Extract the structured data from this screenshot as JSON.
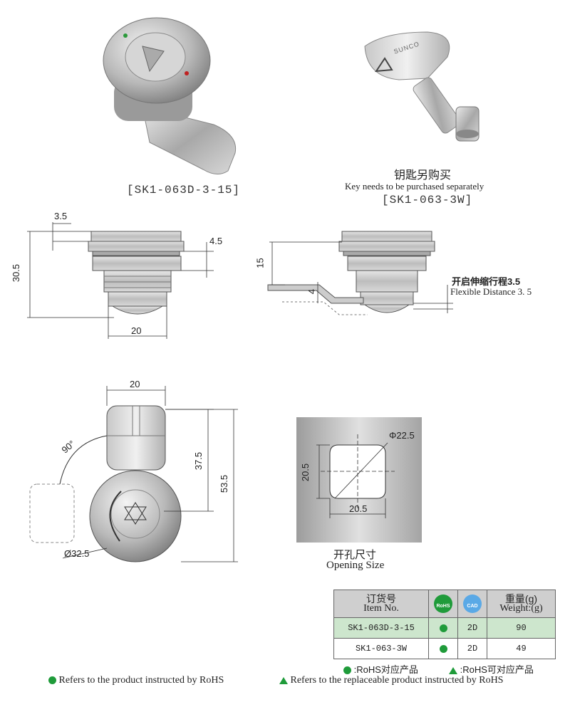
{
  "product": {
    "label": "[SK1-063D-3-15]"
  },
  "key": {
    "note_cn": "钥匙另购买",
    "note_en": "Key needs to be purchased separately",
    "label": "[SK1-063-3W]",
    "brand_mark": "SUNCO"
  },
  "side_view": {
    "dim_top": "3.5",
    "dim_height": "30.5",
    "dim_ring": "4.5",
    "dim_width": "20"
  },
  "flex_view": {
    "dim_15": "15",
    "dim_4": "4",
    "note_cn": "开启伸缩行程3.5",
    "note_en": "Flexible Distance 3. 5"
  },
  "front_view": {
    "dim_width": "20",
    "dim_angle": "90°",
    "dim_37": "37.5",
    "dim_53": "53.5",
    "dim_diam": "Ø32.5"
  },
  "opening": {
    "dim_diam": "Φ22.5",
    "dim_h": "20.5",
    "dim_w": "20.5",
    "caption_cn": "开孔尺寸",
    "caption_en": "Opening Size"
  },
  "table": {
    "headers": {
      "item_cn": "订货号",
      "item_en": "Item No.",
      "rohs_badge": "RoHS",
      "cad_badge": "CAD",
      "weight_cn": "重量(g)",
      "weight_en": "Weight:(g)"
    },
    "rows": [
      {
        "item": "SK1-063D-3-15",
        "rohs": "dot",
        "cad": "2D",
        "weight": "90"
      },
      {
        "item": "SK1-063-3W",
        "rohs": "dot",
        "cad": "2D",
        "weight": "49"
      }
    ]
  },
  "legend": {
    "dot_cn": ":RoHS对应产品",
    "tri_cn": ":RoHS可对应产品",
    "dot_en": "Refers to the product instructed by RoHS",
    "tri_en": "Refers to the replaceable product instructed by RoHS"
  },
  "colors": {
    "rohs_green": "#1f9b3a",
    "highlight_row": "#cde6cd",
    "header_gray": "#cfcfcf"
  }
}
